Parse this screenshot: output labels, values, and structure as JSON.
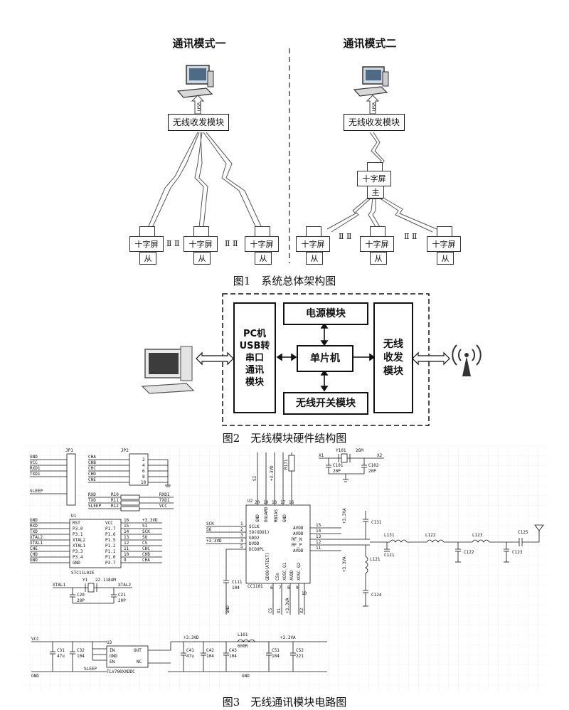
{
  "fig1": {
    "mode1_title": "通讯模式一",
    "mode2_title": "通讯模式二",
    "usb_label": "USB",
    "wireless_module": "无线收发模块",
    "cross_screen": "十字屏",
    "slave": "从",
    "master": "主",
    "separator": "Ⅱ Ⅱ",
    "caption": "图1　系统总体架构图"
  },
  "fig2": {
    "pc_usb_module": [
      "PC机",
      "USB转",
      "串口",
      "通讯",
      "模块"
    ],
    "power_module": "电源模块",
    "mcu": "单片机",
    "wireless_switch": "无线开关模块",
    "wireless_rf": [
      "无线",
      "收发",
      "模块"
    ],
    "caption": "图2　无线模块硬件结构图"
  },
  "fig3": {
    "caption": "图3　无线通讯模块电路图",
    "jp1": {
      "name": "JP1",
      "pins": [
        "GND",
        "VCC",
        "RXD1",
        "TXD1",
        "",
        "",
        "SLEEP",
        "",
        ""
      ]
    },
    "jp2": {
      "name": "JP2",
      "left": [
        "CHA",
        "CHB",
        "CHC",
        "CHD",
        "CHE"
      ],
      "right": [
        "2",
        "4",
        "6",
        "8",
        "10"
      ]
    },
    "resistors": [
      {
        "net_l": "RXD",
        "ref": "R10",
        "net_r": "RXD1"
      },
      {
        "net_l": "TXD",
        "ref": "R11",
        "net_r": "TXD1"
      },
      {
        "net_l": "SLEEP",
        "ref": "R12",
        "net_r": "VCC"
      }
    ],
    "u1": {
      "name": "U1",
      "part": "STC11L02E",
      "left_nets": [
        "GND",
        "RXD",
        "TXD",
        "XTAL2",
        "XTAL1",
        "CHE",
        "CHD",
        "GND"
      ],
      "left_pins": [
        "RST",
        "P3.0",
        "P3.1",
        "XTAL2",
        "XTAL1",
        "P3.3",
        "P3.4",
        "GND"
      ],
      "right_pins": [
        "VCC",
        "P1.7",
        "P1.6",
        "P1.5",
        "P1.2",
        "P1.1",
        "P1.0",
        "P3.7"
      ],
      "right_nums": [
        "16",
        "15",
        "14",
        "13",
        "12",
        "11",
        "10",
        "9"
      ],
      "right_nets": [
        "+3.3VD",
        "SI",
        "SCK",
        "SO",
        "CS",
        "CHC",
        "CHB",
        "CHA"
      ]
    },
    "y1": {
      "name": "Y1",
      "freq": "22.1184M",
      "xtal1": "XTAL1",
      "xtal2": "XTAL2",
      "c20": "C20",
      "c21": "C21",
      "cval": "20P"
    },
    "u2": {
      "name": "U2",
      "part": "CC1101",
      "left_nets": [
        "SCK",
        "SO",
        "",
        "+3.3VD",
        ""
      ],
      "left_pins": [
        "SCLK",
        "SO(GDO1)",
        "GDO2",
        "DVDD",
        "DCOUPL"
      ],
      "left_nums": [
        "1",
        "2",
        "3",
        "4",
        "5"
      ],
      "right_pins": [
        "AVDD",
        "AVDD",
        "RF_N",
        "RF_P",
        "AVDD"
      ],
      "right_nums": [
        "15",
        "14",
        "13",
        "12",
        "11"
      ],
      "top_pins": [
        "GND",
        "DGUARD",
        "RBIAS",
        "GND"
      ],
      "top_nums": [
        "20",
        "19",
        "18",
        "17",
        "16"
      ],
      "top_nets": [
        "SI",
        "+3.3VD",
        "R171"
      ],
      "bottom_pins": [
        "GDO0(ATEST)",
        "CSn",
        "XOSC_Q1",
        "AVDD",
        "XOSC_Q2"
      ],
      "bottom_nums": [
        "6",
        "7",
        "8",
        "9",
        "10"
      ],
      "bottom_nets": [
        "GND",
        "CS",
        "X1",
        "+3.3VA",
        "X2"
      ]
    },
    "crystal2": {
      "name": "Y101",
      "freq": "26M",
      "x1": "X1",
      "x2": "X2",
      "c1": "C101",
      "c2": "C102",
      "cval": "20P"
    },
    "rf": {
      "c131": "C131",
      "l131": "L131",
      "c121": "C121",
      "l122": "L122",
      "c122": "C122",
      "l123": "L123",
      "c123": "C123",
      "c125": "C125",
      "l121": "L121",
      "c124": "C124",
      "vcc_a": "+3.3VA"
    },
    "c111": {
      "name": "C111",
      "val": "104"
    },
    "power": {
      "vcc": "VCC",
      "gnd": "GND",
      "c31": "C31",
      "c31v": "47u",
      "c32": "C32",
      "c32v": "104",
      "u3": "U3",
      "u3part": "TLV700XXDDC",
      "in": "IN",
      "gnd_pin": "GND",
      "en": "EN",
      "out": "OUT",
      "nc": "NC",
      "sleep": "SLEEP",
      "v33d": "+3.3VD",
      "l101": "L101",
      "l101v": "600R",
      "v33a": "+3.3VA",
      "c41": "C41",
      "c41v": "47u",
      "c42": "C42",
      "c43": "C43",
      "c51": "C51",
      "c52": "C52",
      "cv": "104",
      "c52v": "221"
    }
  }
}
